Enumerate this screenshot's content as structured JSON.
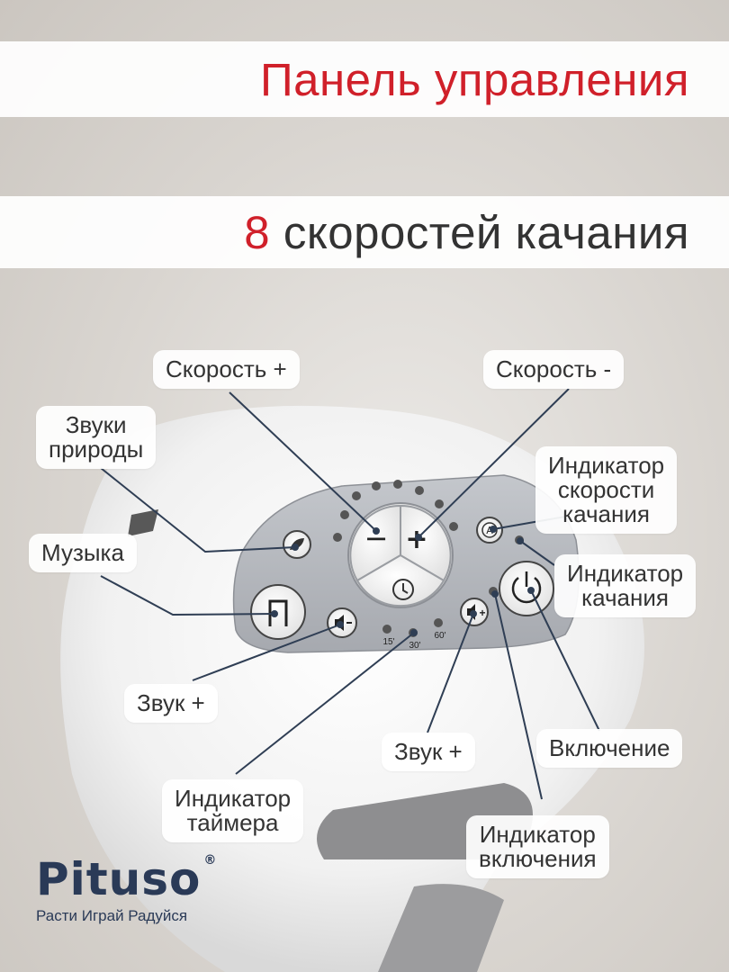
{
  "header": {
    "title": "Панель управления"
  },
  "subheader": {
    "number": "8",
    "text": "скоростей качания"
  },
  "panel": {
    "timer_labels": [
      "15'",
      "30'",
      "60'"
    ]
  },
  "labels": {
    "speed_plus": "Скорость +",
    "speed_minus": "Скорость -",
    "nature_sounds_line1": "Звуки",
    "nature_sounds_line2": "природы",
    "music": "Музыка",
    "speed_indicator_line1": "Индикатор",
    "speed_indicator_line2": "скорости",
    "speed_indicator_line3": "качания",
    "swing_indicator_line1": "Индикатор",
    "swing_indicator_line2": "качания",
    "sound_plus_left": "Звук +",
    "sound_plus_right": "Звук +",
    "power": "Включение",
    "timer_indicator_line1": "Индикатор",
    "timer_indicator_line2": "таймера",
    "power_indicator_line1": "Индикатор",
    "power_indicator_line2": "включения"
  },
  "brand": {
    "logo": "Pituso",
    "reg": "®",
    "tagline": "Расти Играй Радуйся"
  },
  "colors": {
    "accent": "#d0202a",
    "text": "#333333",
    "brand": "#2a3a57",
    "panel": "#b3b6bc"
  }
}
